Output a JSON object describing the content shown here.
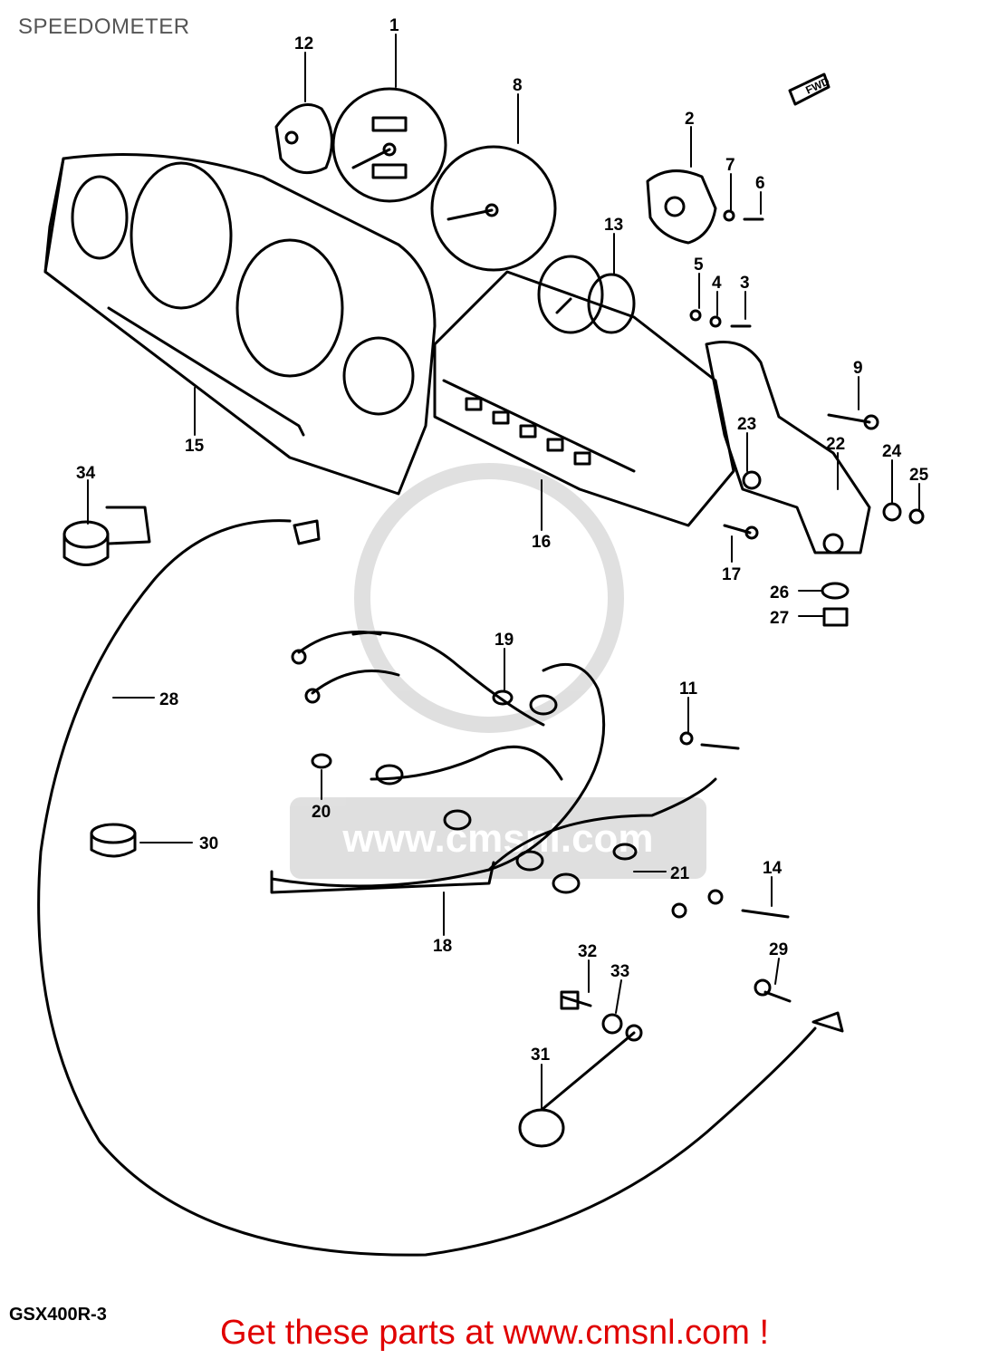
{
  "title": "SPEEDOMETER",
  "model": "GSX400R-3",
  "footer": "Get these parts at www.cmsnl.com !",
  "watermark": "www.cmsnl.com",
  "callouts": [
    "1",
    "2",
    "3",
    "4",
    "5",
    "6",
    "7",
    "8",
    "9",
    "11",
    "12",
    "13",
    "14",
    "15",
    "16",
    "17",
    "18",
    "19",
    "20",
    "21",
    "22",
    "23",
    "24",
    "25",
    "26",
    "27",
    "28",
    "29",
    "30",
    "31",
    "32",
    "33",
    "34"
  ],
  "direction_tag": "FWD",
  "colors": {
    "title": "#555555",
    "footer": "#e00000",
    "ink": "#000000"
  }
}
